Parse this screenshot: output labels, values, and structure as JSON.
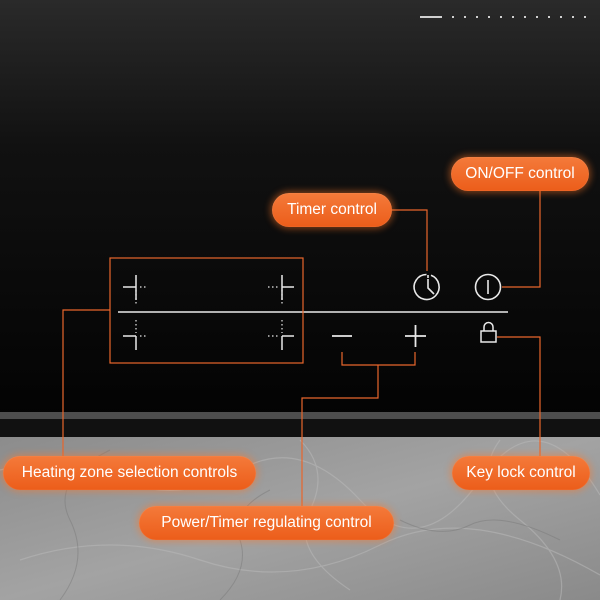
{
  "callouts": {
    "on_off": "ON/OFF control",
    "timer": "Timer control",
    "heating_zone": "Heating zone selection controls",
    "power_timer": "Power/Timer regulating control",
    "key_lock": "Key lock control"
  },
  "icons": {
    "zone_selectors": [
      "zone-front-left-icon",
      "zone-rear-left-icon",
      "zone-front-right-icon",
      "zone-rear-right-icon"
    ],
    "minus": "minus-icon",
    "plus": "plus-icon",
    "timer": "clock-icon",
    "power": "power-icon",
    "lock": "lock-icon"
  },
  "colors": {
    "panel": "#060606",
    "accent": "#f06a28",
    "leader_line": "#e86a30",
    "glass_symbols": "#e9e9e9",
    "countertop": "#9a9a9a"
  }
}
